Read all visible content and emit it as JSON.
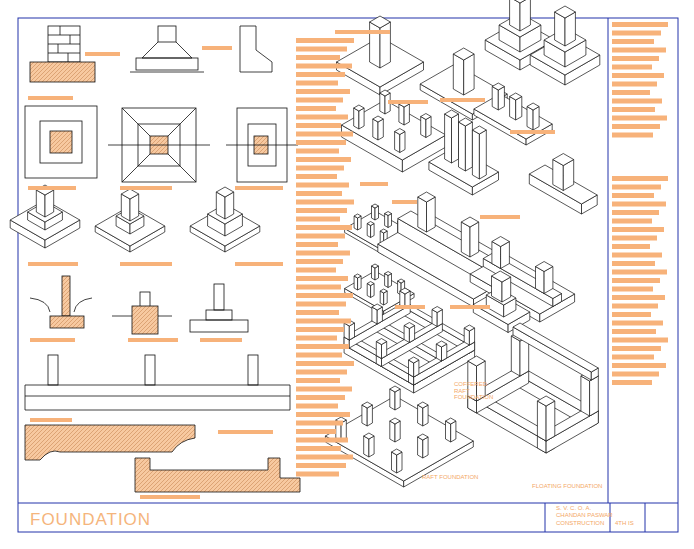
{
  "diagram": {
    "title": "FOUNDATION",
    "labels": [
      "COFFERED RAFT FOUNDATION",
      "RAFT FOUNDATION",
      "FLOATING FOUNDATION",
      "S. V. C. O. A.",
      "CHANDAN PASWAR",
      "CONSTRUCTION",
      "4TH IS"
    ]
  }
}
